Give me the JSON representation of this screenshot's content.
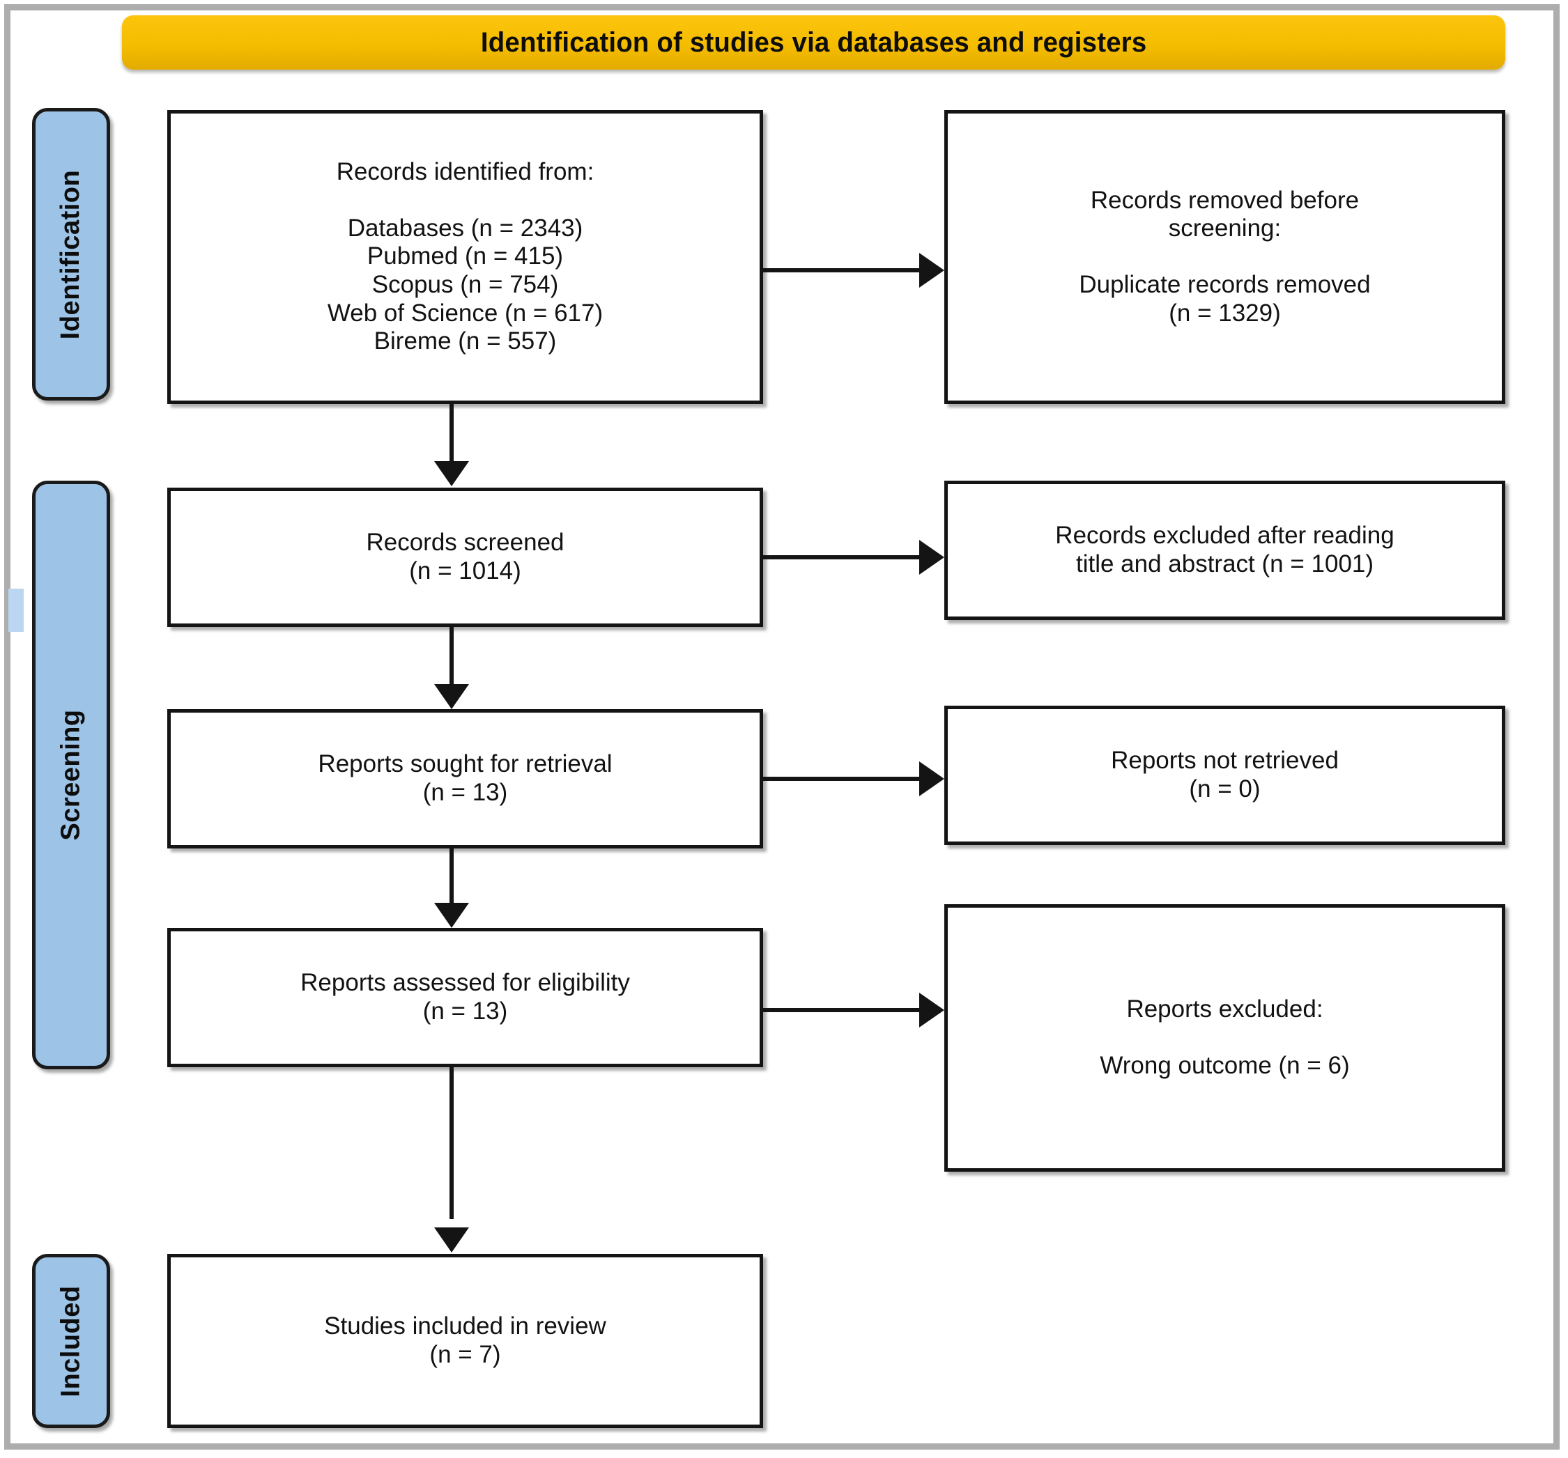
{
  "diagram": {
    "type": "PRISMA flow diagram",
    "header": {
      "title": "Identification of studies via databases and registers",
      "background_color": "#F5BE00",
      "text_color": "#0D0D0D"
    },
    "stages": [
      {
        "id": "identification",
        "label": "Identification",
        "color": "#9DC3E6"
      },
      {
        "id": "screening",
        "label": "Screening",
        "color": "#9DC3E6"
      },
      {
        "id": "included",
        "label": "Included",
        "color": "#9DC3E6"
      }
    ],
    "boxes": {
      "identified": {
        "heading": "Records identified from:",
        "detail": "Databases (n = 2343)\nPubmed (n = 415)\nScopus (n = 754)\nWeb of Science (n = 617)\nBireme (n = 557)"
      },
      "removed": {
        "heading": "Records removed before\nscreening:",
        "detail": "Duplicate records removed\n(n = 1329)"
      },
      "screened": {
        "text": "Records screened\n(n = 1014)"
      },
      "excluded_title_abstract": {
        "text": "Records excluded after reading\ntitle and abstract (n = 1001)"
      },
      "sought": {
        "text": "Reports sought for retrieval\n(n = 13)"
      },
      "not_retrieved": {
        "text": "Reports not retrieved\n(n = 0)"
      },
      "eligibility": {
        "text": "Reports assessed for eligibility\n(n = 13)"
      },
      "reports_excluded": {
        "heading": "Reports excluded:",
        "detail": "Wrong outcome (n = 6)"
      },
      "included": {
        "text": "Studies included in review\n(n = 7)"
      }
    },
    "counts": {
      "databases_total": 2343,
      "pubmed": 415,
      "scopus": 754,
      "web_of_science": 617,
      "bireme": 557,
      "duplicates_removed": 1329,
      "records_screened": 1014,
      "excluded_title_abstract": 1001,
      "reports_sought": 13,
      "reports_not_retrieved": 0,
      "reports_assessed": 13,
      "wrong_outcome_excluded": 6,
      "studies_included": 7
    }
  }
}
